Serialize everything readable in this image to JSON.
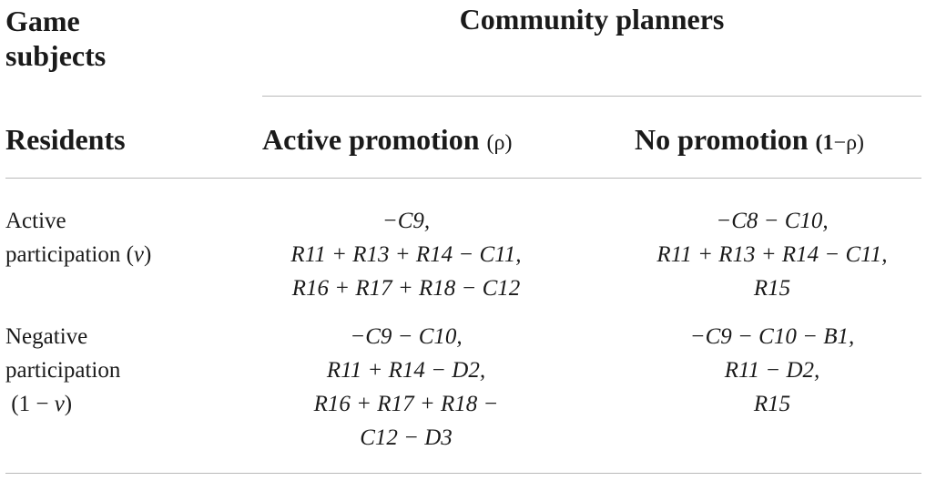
{
  "table": {
    "corner_header": [
      "Game",
      "subjects"
    ],
    "group_header": "Community planners",
    "row_group_header": "Residents",
    "columns": [
      {
        "label": "Active promotion",
        "param": "(ρ)"
      },
      {
        "label": "No promotion",
        "param_bold": "(1",
        "param_rest": "−ρ)"
      }
    ],
    "rows": [
      {
        "label_lines": [
          "Active",
          "participation ("
        ],
        "label_var": "v",
        "label_close": ")",
        "cells": [
          [
            "−C9,",
            "R11 + R13 + R14 − C11,",
            "R16 + R17 + R18 − C12"
          ],
          [
            "−C8 − C10,",
            "R11 + R13 + R14 − C11,",
            "R15"
          ]
        ]
      },
      {
        "label_lines": [
          "Negative",
          "participation",
          " (1 − "
        ],
        "label_var": "v",
        "label_close": ")",
        "cells": [
          [
            "−C9 − C10,",
            "R11 + R14 − D2,",
            "R16 + R17 + R18 −",
            "C12 − D3"
          ],
          [
            "−C9 − C10 − B1,",
            "R11 − D2,",
            "R15"
          ]
        ]
      }
    ]
  }
}
